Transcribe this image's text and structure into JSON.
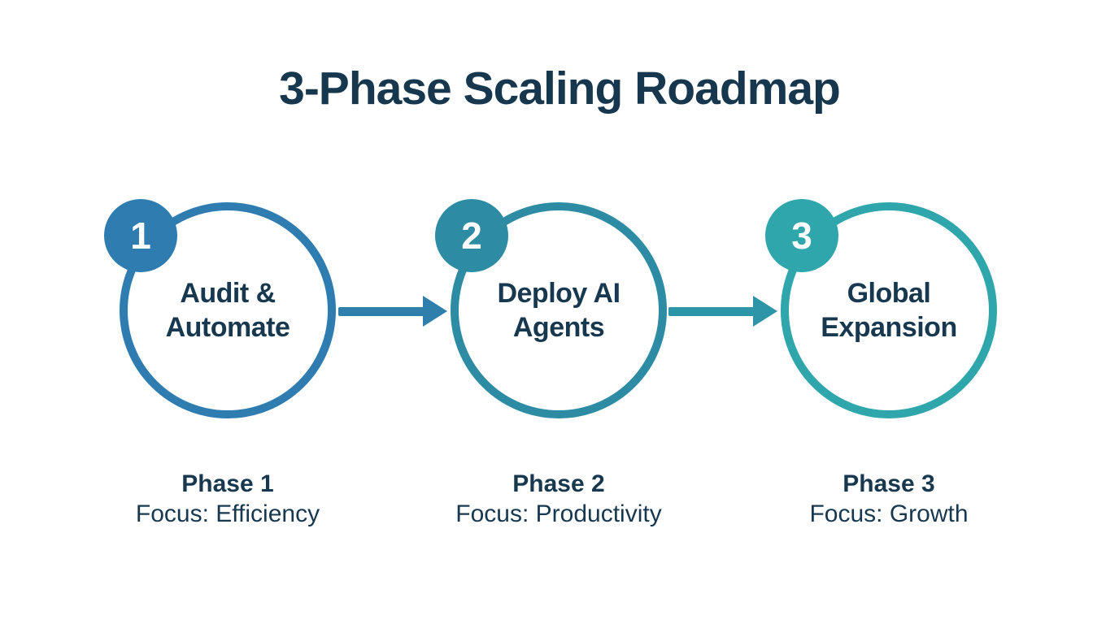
{
  "title": "3-Phase Scaling Roadmap",
  "colors": {
    "background": "#ffffff",
    "heading_text": "#16374D",
    "body_text": "#17384F",
    "badge_number_text": "#ffffff"
  },
  "phases": [
    {
      "number": "1",
      "label_lines": [
        "Audit &",
        "Automate"
      ],
      "phase_label": "Phase 1",
      "focus_label": "Focus: Efficiency",
      "accent": "#2F7CB1"
    },
    {
      "number": "2",
      "label_lines": [
        "Deploy AI",
        "Agents"
      ],
      "phase_label": "Phase 2",
      "focus_label": "Focus: Productivity",
      "accent": "#2D8CA3"
    },
    {
      "number": "3",
      "label_lines": [
        "Global",
        "Expansion"
      ],
      "phase_label": "Phase 3",
      "focus_label": "Focus: Growth",
      "accent": "#2EA6AB"
    }
  ],
  "connectors": [
    {
      "from": "1",
      "to": "2",
      "color": "#2F7FAD"
    },
    {
      "from": "2",
      "to": "3",
      "color": "#2D95A7"
    }
  ]
}
